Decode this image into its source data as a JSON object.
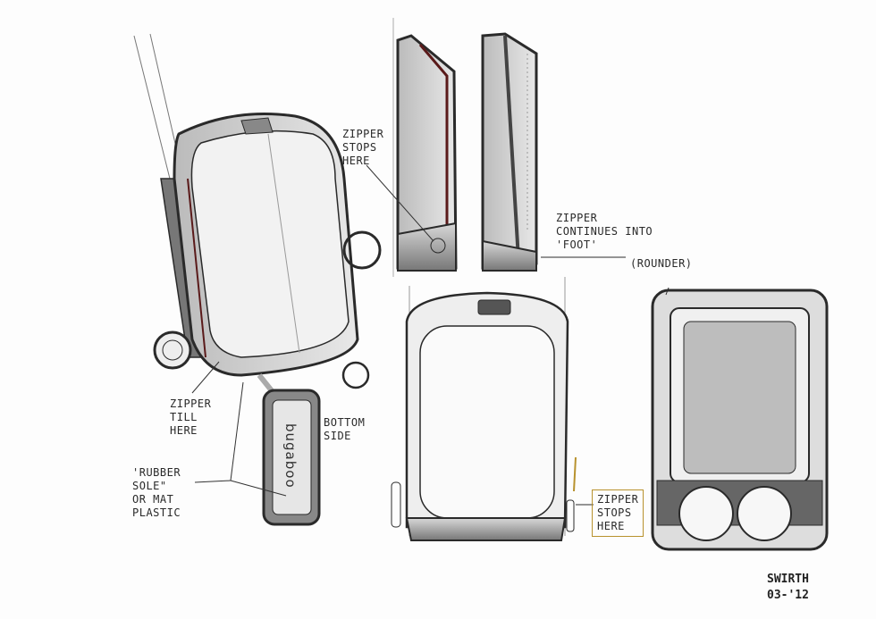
{
  "annotations": {
    "zipper_stops_side": "ZIPPER\nSTOPS\nHERE",
    "zipper_continues": "ZIPPER\nCONTINUES INTO\n'FOOT'",
    "rounder": "(ROUNDER)",
    "zipper_till": "ZIPPER\nTILL\nHERE",
    "bottom_side": "BOTTOM\nSIDE",
    "rubber_sole": "'RUBBER\nSOLE\"\nOR MAT\nPLASTIC",
    "zipper_stops_front": "ZIPPER\nSTOPS\nHERE"
  },
  "brand_logo": "bugaboo",
  "signature": "SWIRTH\n03-'12",
  "colors": {
    "ink": "#2a2a2a",
    "shade": "#9a9a9a",
    "highlight": "#b8922e",
    "zipper": "#5a1a1a"
  }
}
